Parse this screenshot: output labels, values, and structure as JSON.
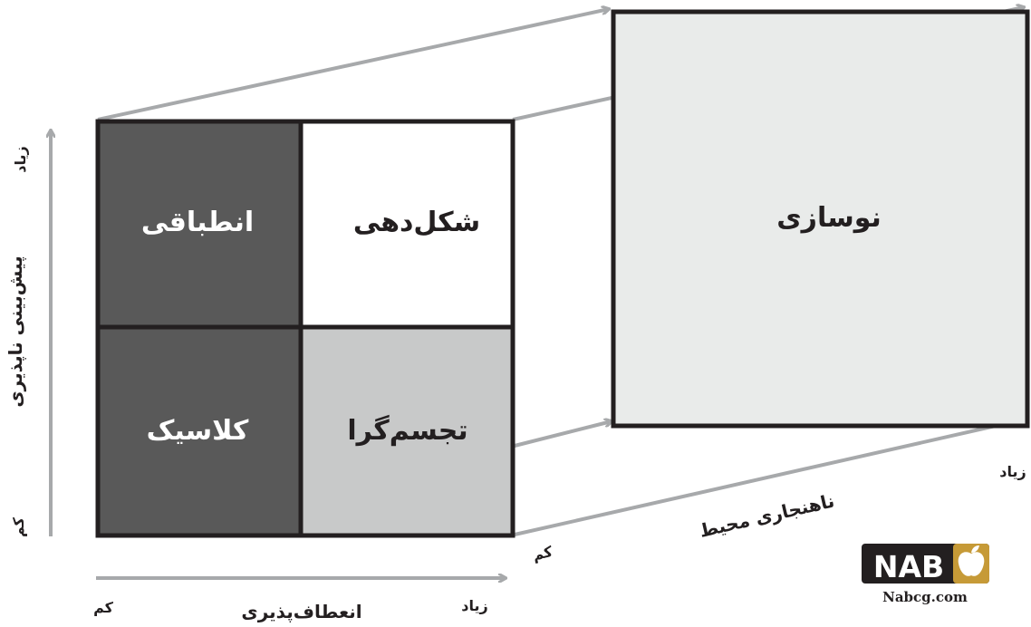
{
  "colors": {
    "dark_cell": "#595959",
    "white_cell": "#ffffff",
    "light_cell": "#c8c9c9",
    "big_box": "#e9ebea",
    "border": "#231f20",
    "arrow": "#a7a9ab",
    "logo_gold": "#c69a37"
  },
  "matrix": {
    "top_left": "انطباقی",
    "top_right": "شکل‌دهی",
    "bottom_left": "کلاسیک",
    "bottom_right": "تجسم‌گرا"
  },
  "extension": {
    "label": "نوسازی"
  },
  "axes": {
    "y": {
      "label": "پیش‌بینی ناپذیری",
      "high": "زیاد",
      "low": "کم"
    },
    "x": {
      "label": "انعطاف‌پذیری",
      "high": "زیاد",
      "low": "کم"
    },
    "z": {
      "label": "ناهنجاری محیط",
      "high": "زیاد",
      "low": "کم"
    }
  },
  "logo": {
    "brand": "NAB",
    "site": "Nabcg.com"
  }
}
